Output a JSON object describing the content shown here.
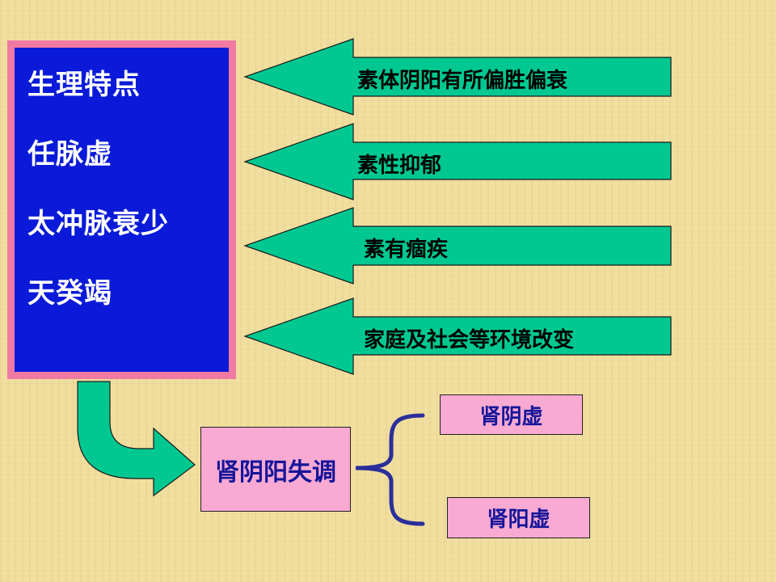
{
  "diagram": {
    "left_box": {
      "lines": [
        "生理特点",
        "任脉虚",
        "太冲脉衰少",
        "天癸竭"
      ]
    },
    "arrows": [
      {
        "label": "素体阴阳有所偏胜偏衰"
      },
      {
        "label": "素性抑郁"
      },
      {
        "label": "素有痼疾"
      },
      {
        "label": "家庭及社会等环境改变"
      }
    ],
    "center_box": {
      "label": "肾阴阳失调"
    },
    "branches": [
      {
        "label": "肾阴虚"
      },
      {
        "label": "肾阳虚"
      }
    ]
  },
  "colors": {
    "background": "#f1dfa0",
    "left_box_fill": "#0a1ad8",
    "left_box_border": "#f07aa2",
    "arrow_fill": "#00c890",
    "pink_box_fill": "#f8aad2",
    "brace_color": "#2b2e9a",
    "center_text": "#15159a"
  }
}
